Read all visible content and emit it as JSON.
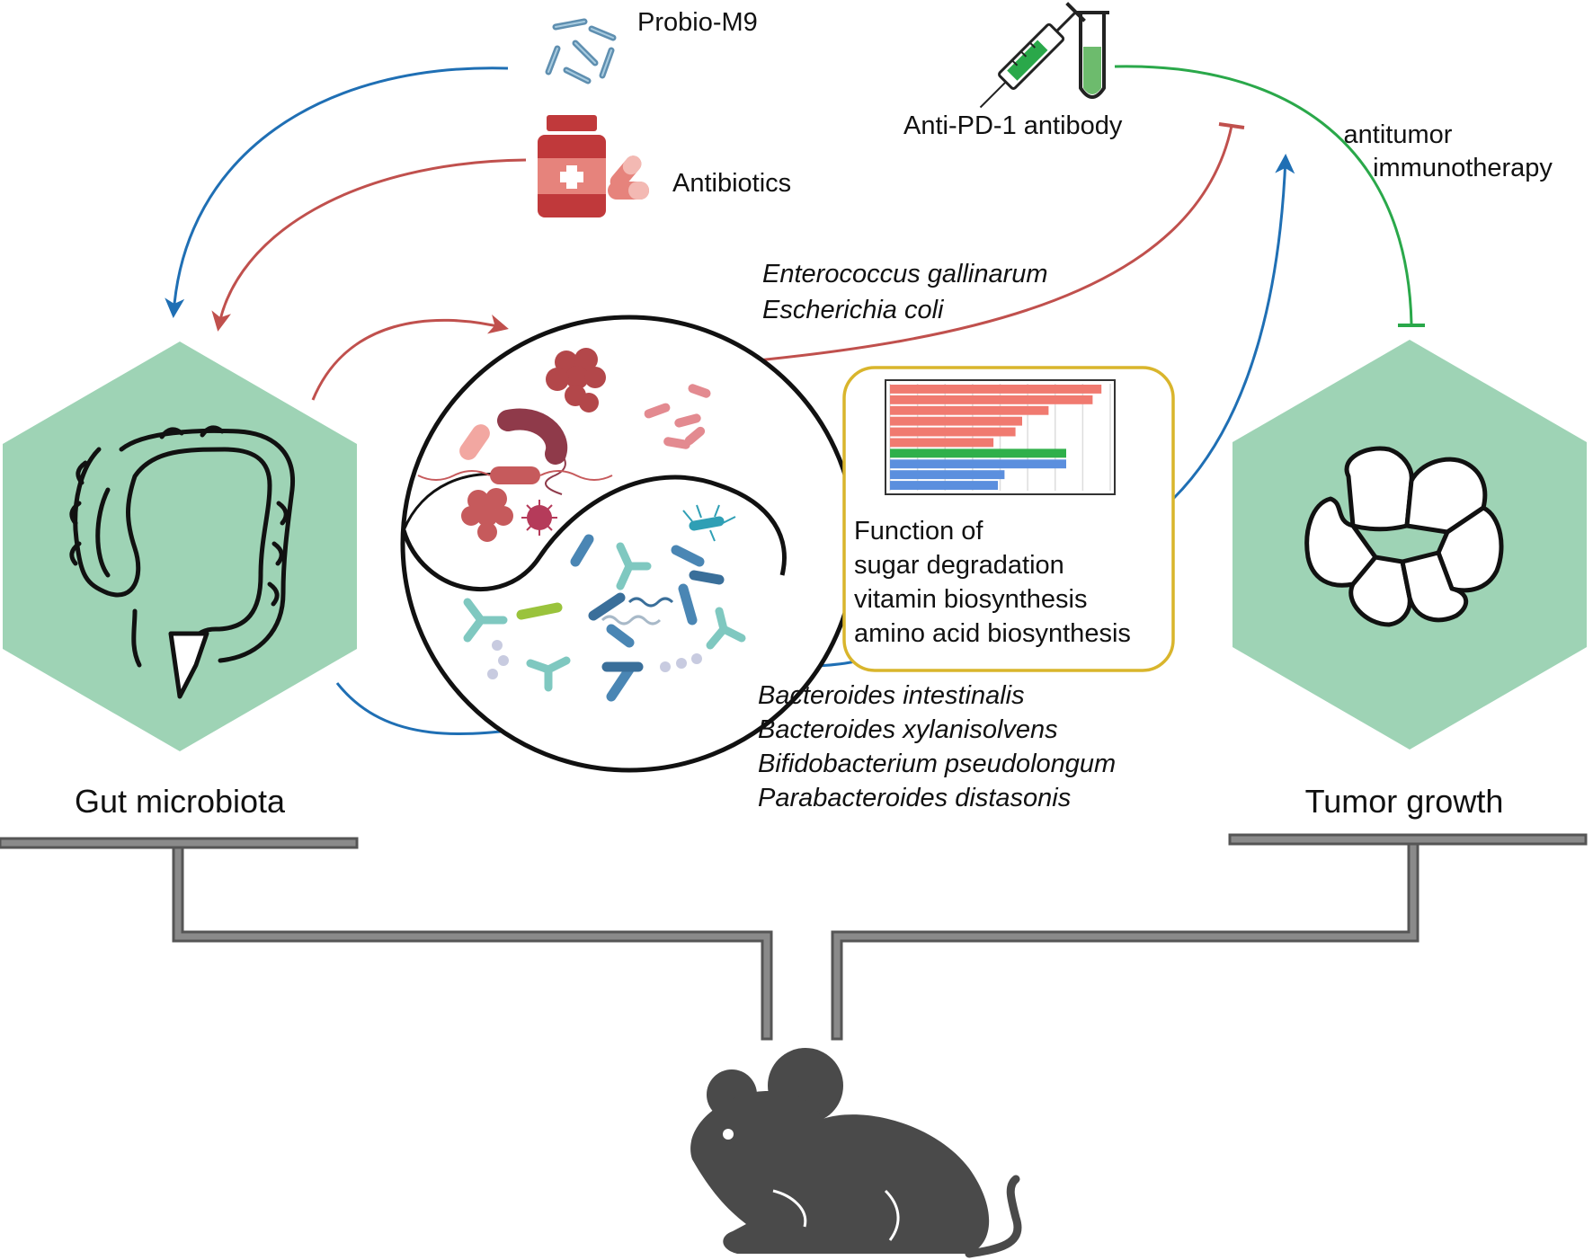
{
  "labels": {
    "probio": "Probio-M9",
    "antibiotics": "Antibiotics",
    "anti_pd1": "Anti-PD-1 antibody",
    "antitumor_line1": "antitumor",
    "antitumor_line2": "immunotherapy",
    "gut_microbiota": "Gut microbiota",
    "tumor_growth": "Tumor growth"
  },
  "bacteria_top": [
    "Enterococcus gallinarum",
    "Escherichia coli"
  ],
  "bacteria_bottom": [
    "Bacteroides intestinalis",
    "Bacteroides xylanisolvens",
    "Bifidobacterium pseudolongum",
    "Parabacteroides distasonis"
  ],
  "function_box": [
    "Function of",
    "sugar degradation",
    "vitamin  biosynthesis",
    "amino acid biosynthesis"
  ],
  "mini_chart": {
    "type": "bar",
    "orientation": "horizontal",
    "values": [
      0.96,
      0.92,
      0.72,
      0.6,
      0.57,
      0.47,
      0.8,
      0.8,
      0.52,
      0.49
    ],
    "bar_colors": [
      "#f07a70",
      "#f07a70",
      "#f07a70",
      "#f07a70",
      "#f07a70",
      "#f07a70",
      "#2fb04a",
      "#5b8fde",
      "#5b8fde",
      "#5b8fde"
    ]
  },
  "colors": {
    "blue_arrow": "#1f6fb4",
    "red_arrow": "#c0504d",
    "green_arrow": "#2aa84a",
    "hexagon": "#9ed3b5",
    "box_border": "#d9b52c",
    "platform": "#7b7b7b",
    "mouse": "#4a4a4a"
  },
  "icons": [
    "bacteria-icon",
    "medicine-bottle-icon",
    "pill-icon",
    "syringe-icon",
    "test-tube-icon",
    "colon-icon",
    "tumor-cells-icon",
    "mouse-icon"
  ]
}
